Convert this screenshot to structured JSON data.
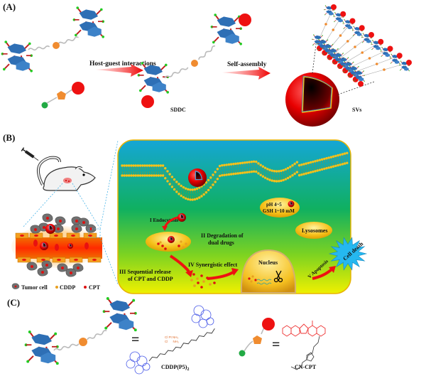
{
  "figure": {
    "panels": {
      "a": {
        "label": "(A)",
        "arrow1_text": "Host-guest interactions",
        "arrow2_text": "Self-assembly",
        "complex_label": "SDDC",
        "vesicle_label": "SVs"
      },
      "b": {
        "label": "(B)",
        "steps": {
          "s1": "I Endocytosis",
          "s2_line1": "II Degradation of",
          "s2_line2": "dual drugs",
          "s3_line1": "III Sequential  release",
          "s3_line2": "of CPT and CDDP",
          "s4": "IV Synergistic effect",
          "s5": "V Apoptosis"
        },
        "lysosome_cond_line1": "pH 4~5",
        "lysosome_cond_line2": "GSH 1~10 mM",
        "lysosomes_label": "Lysosomes",
        "nucleus_label": "Nucleus",
        "cell_death_label": "Cell death",
        "legend": [
          {
            "label": "Tumor cell",
            "icon": "tumor-cell-icon"
          },
          {
            "label": "CDDP",
            "icon": "cddp-dot-icon",
            "color": "#e8a020"
          },
          {
            "label": "CPT",
            "icon": "cpt-dot-icon",
            "color": "#dd1111"
          }
        ]
      },
      "c": {
        "label": "(C)",
        "equals": "=",
        "host_label": "CDDP(P5)",
        "host_label_sub": "2",
        "guest_label": "CN-CPT",
        "pt_labels": [
          "Cl",
          "Pt",
          "NH₃",
          "Cl",
          "NH₃"
        ]
      }
    },
    "colors": {
      "pillararene_blue": "#2e6fb5",
      "linker_red": "#c02020",
      "h_green": "#22cc22",
      "orange_bead": "#f08c30",
      "cpt_red": "#ee1111",
      "cell_top": "#15a6d6",
      "cell_mid": "#10b060",
      "cell_bottom": "#e8f000",
      "membrane_yellow": "#f6c11a",
      "cell_death_blue": "#25b8f0"
    }
  }
}
